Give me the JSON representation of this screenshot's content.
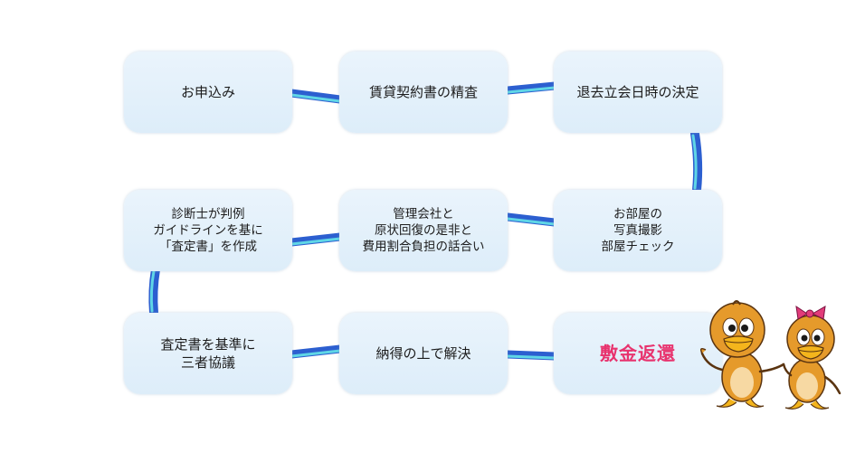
{
  "steps": [
    {
      "id": "s1",
      "label": "お申込み"
    },
    {
      "id": "s2",
      "label": "賃貸契約書の精査"
    },
    {
      "id": "s3",
      "label": "退去立会日時の決定"
    },
    {
      "id": "s4",
      "label": "お部屋の\n写真撮影\n部屋チェック"
    },
    {
      "id": "s5",
      "label": "管理会社と\n原状回復の是非と\n費用割合負担の話合い"
    },
    {
      "id": "s6",
      "label": "診断士が判例\nガイドラインを基に\n「査定書」を作成"
    },
    {
      "id": "s7",
      "label": "査定書を基準に\n三者協議"
    },
    {
      "id": "s8",
      "label": "納得の上で解決"
    },
    {
      "id": "s9",
      "label": "敷金返還"
    }
  ],
  "colors": {
    "box_fill": "#e4f0fa",
    "connector": "#2c5fd0",
    "connector_highlight": "#5fd6e6",
    "final_text": "#e8336e",
    "mascot_body": "#e59a2b",
    "mascot_beak": "#f4b51c",
    "mascot_ribbon": "#e23c7a"
  },
  "mascots": {
    "count": 2,
    "icon": "duck-mascot-icon"
  }
}
